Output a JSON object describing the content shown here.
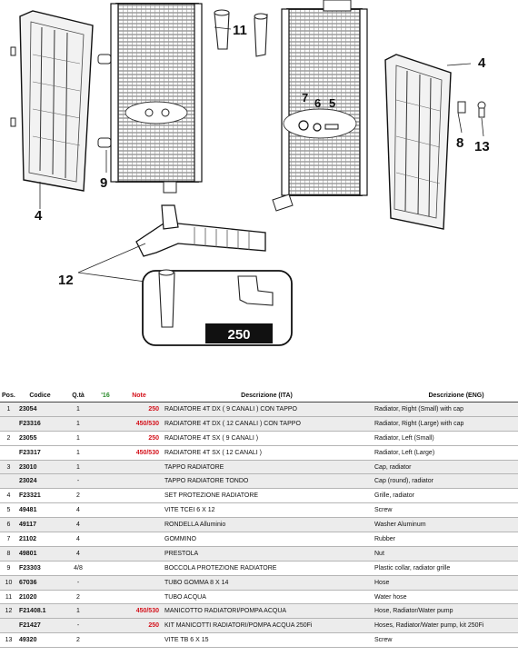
{
  "diagram": {
    "callouts": [
      "11",
      "4",
      "7",
      "6",
      "5",
      "8",
      "13",
      "9",
      "4",
      "12"
    ],
    "inset_label": "250"
  },
  "table": {
    "headers": {
      "pos": "Pos.",
      "code": "Codice",
      "qty": "Q.tà",
      "year": "'16",
      "note": "Note",
      "ita": "Descrizione (ITA)",
      "eng": "Descrizione (ENG)"
    },
    "rows": [
      {
        "pos": "1",
        "code": "23054",
        "qty": "1",
        "note": "250",
        "ita": "RADIATORE 4T DX ( 9 CANALI ) CON TAPPO",
        "eng": "Radiator, Right (Small) with cap"
      },
      {
        "pos": "",
        "code": "F23316",
        "qty": "1",
        "note": "450/530",
        "ita": "RADIATORE 4T DX ( 12 CANALI ) CON TAPPO",
        "eng": "Radiator, Right (Large) with cap"
      },
      {
        "pos": "2",
        "code": "23055",
        "qty": "1",
        "note": "250",
        "ita": "RADIATORE 4T SX ( 9 CANALI )",
        "eng": "Radiator, Left (Small)"
      },
      {
        "pos": "",
        "code": "F23317",
        "qty": "1",
        "note": "450/530",
        "ita": "RADIATORE 4T SX ( 12 CANALI )",
        "eng": "Radiator, Left (Large)"
      },
      {
        "pos": "3",
        "code": "23010",
        "qty": "1",
        "note": "",
        "ita": "TAPPO RADIATORE",
        "eng": "Cap, radiator"
      },
      {
        "pos": "",
        "code": "23024",
        "qty": "-",
        "note": "",
        "ita": "TAPPO RADIATORE TONDO",
        "eng": "Cap (round), radiator"
      },
      {
        "pos": "4",
        "code": "F23321",
        "qty": "2",
        "note": "",
        "ita": "SET PROTEZIONE RADIATORE",
        "eng": "Grille, radiator"
      },
      {
        "pos": "5",
        "code": "49481",
        "qty": "4",
        "note": "",
        "ita": "VITE TCEI 6 X 12",
        "eng": "Screw"
      },
      {
        "pos": "6",
        "code": "49117",
        "qty": "4",
        "note": "",
        "ita": "RONDELLA Alluminio",
        "eng": "Washer Aluminum"
      },
      {
        "pos": "7",
        "code": "21102",
        "qty": "4",
        "note": "",
        "ita": "GOMMINO",
        "eng": "Rubber"
      },
      {
        "pos": "8",
        "code": "49801",
        "qty": "4",
        "note": "",
        "ita": "PRESTOLA",
        "eng": "Nut"
      },
      {
        "pos": "9",
        "code": "F23303",
        "qty": "4/8",
        "note": "",
        "ita": "BOCCOLA PROTEZIONE RADIATORE",
        "eng": "Plastic collar, radiator grille"
      },
      {
        "pos": "10",
        "code": "67036",
        "qty": "-",
        "note": "",
        "ita": "TUBO GOMMA 8 X 14",
        "eng": "Hose"
      },
      {
        "pos": "11",
        "code": "21020",
        "qty": "2",
        "note": "",
        "ita": "TUBO ACQUA",
        "eng": "Water hose"
      },
      {
        "pos": "12",
        "code": "F21408.1",
        "qty": "1",
        "note": "450/530",
        "ita": "MANICOTTO RADIATORI/POMPA ACQUA",
        "eng": "Hose, Radiator/Water pump"
      },
      {
        "pos": "",
        "code": "F21427",
        "qty": "-",
        "note": "250",
        "ita": "KIT MANICOTTI RADIATORI/POMPA ACQUA 250Fi",
        "eng": "Hoses, Radiator/Water pump, kit 250Fi"
      },
      {
        "pos": "13",
        "code": "49320",
        "qty": "2",
        "note": "",
        "ita": "VITE TB 6 X 15",
        "eng": "Screw"
      }
    ]
  }
}
